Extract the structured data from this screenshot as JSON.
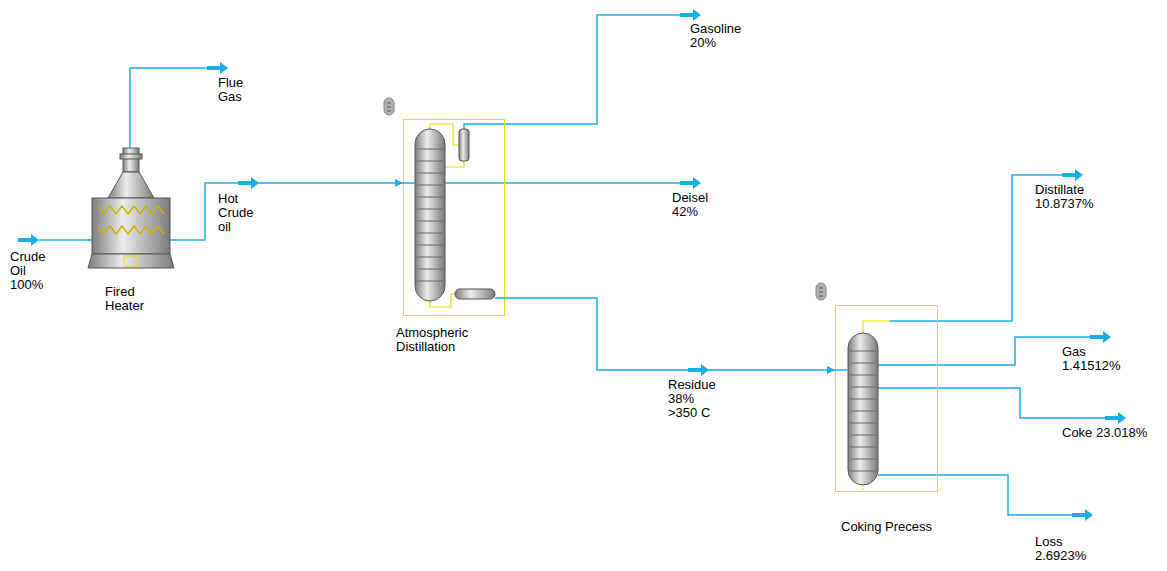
{
  "diagram": {
    "nodes": [
      {
        "text": [
          "Fired Heater"
        ]
      },
      {
        "text": [
          "Atmospheric Distillation"
        ]
      },
      {
        "text": [
          "Coking Precess"
        ]
      }
    ],
    "edges": [
      {
        "from": 0,
        "to": 1,
        "arrow": "to",
        "label": "Hot Crude oil"
      },
      {
        "from": 1,
        "to": 2,
        "arrow": "to",
        "label": "Residue 38% >350 C"
      }
    ],
    "labels": [
      "Crude Oil 100%",
      "Flue Gas",
      "Gasoline 20%",
      "Deisel 42%",
      "Distillate 10.8737%",
      "Gas 1.41512%",
      "Coke 23.018%",
      "Loss 2.6923%"
    ]
  }
}
